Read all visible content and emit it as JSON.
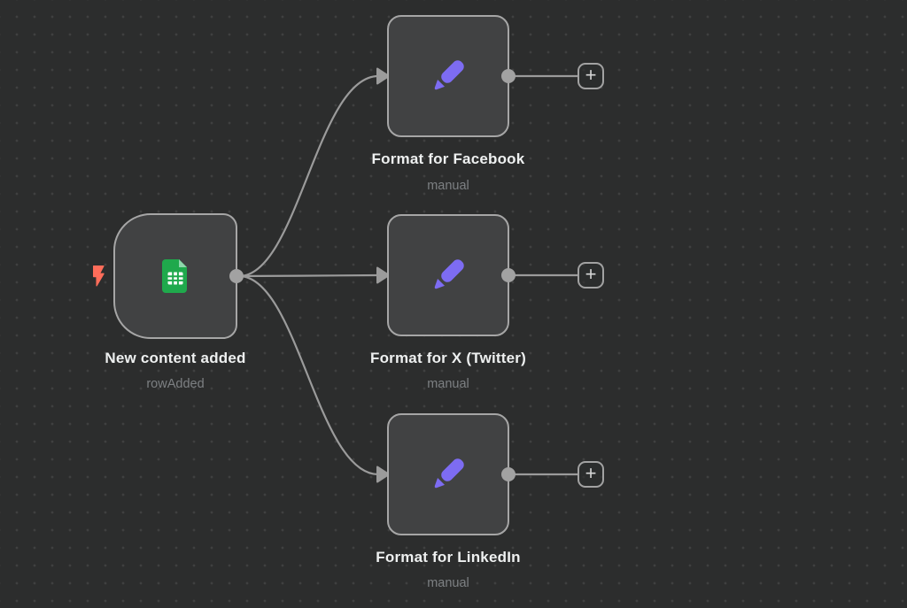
{
  "trigger": {
    "label": "New content added",
    "subtitle": "rowAdded",
    "node_icon": "google-sheets-icon",
    "badge_icon": "lightning-bolt-icon"
  },
  "actions": [
    {
      "label": "Format for Facebook",
      "subtitle": "manual",
      "node_icon": "pencil-icon"
    },
    {
      "label": "Format for X (Twitter)",
      "subtitle": "manual",
      "node_icon": "pencil-icon"
    },
    {
      "label": "Format for LinkedIn",
      "subtitle": "manual",
      "node_icon": "pencil-icon"
    }
  ],
  "ui": {
    "plus_label": "+"
  },
  "colors": {
    "canvas_bg": "#2c2d2d",
    "canvas_dot": "#3f4040",
    "node_fill": "#414243",
    "node_border": "#a6a6a6",
    "connection": "#9b9b9b",
    "title_text": "#eef0f0",
    "subtitle_text": "#7d8083",
    "pencil_purple": "#7d6cf2",
    "sheets_green": "#1fa94c",
    "sheets_fold": "#8ed7ab",
    "bolt_coral": "#ff6d5a"
  }
}
